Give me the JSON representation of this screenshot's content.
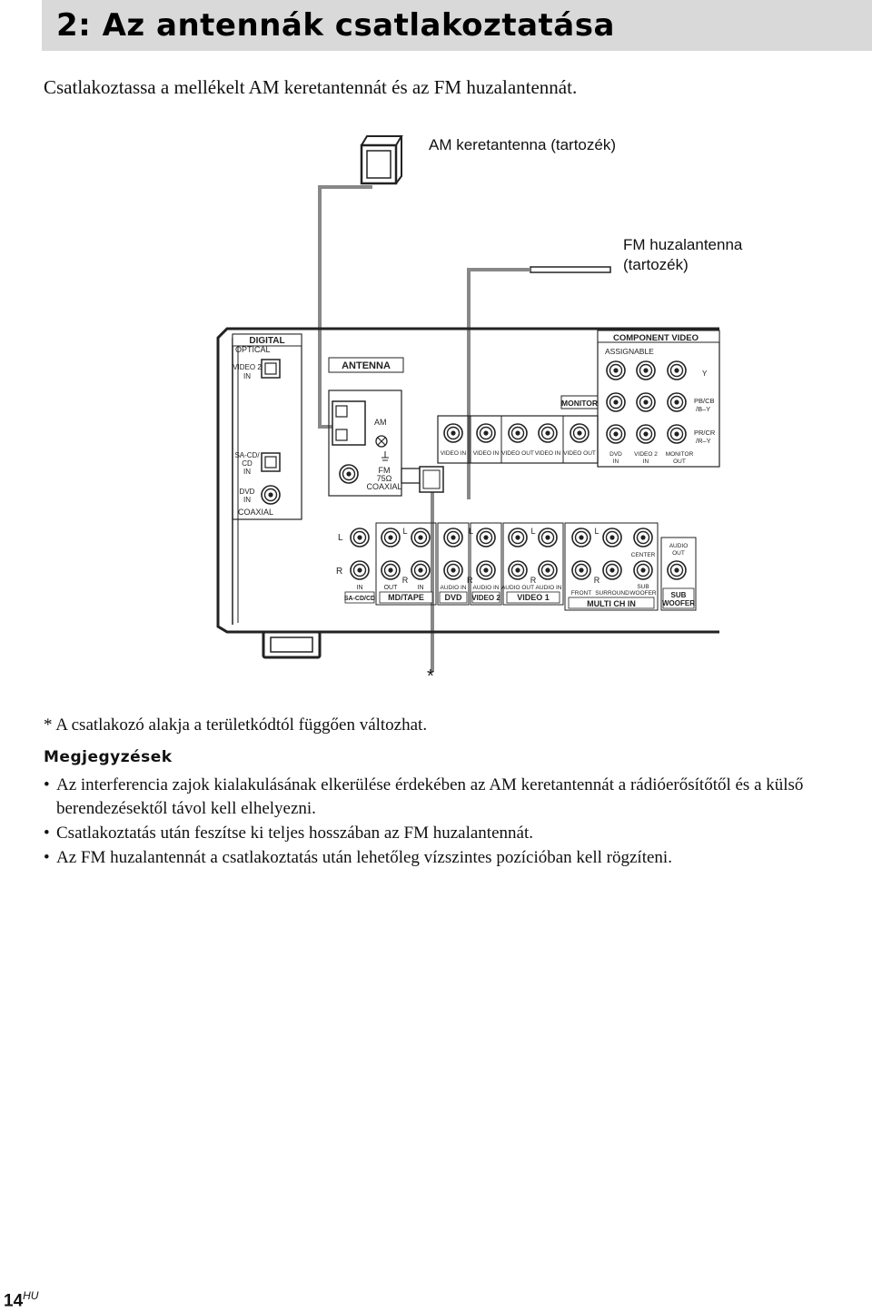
{
  "page": {
    "title": "2: Az antennák csatlakoztatása",
    "intro": "Csatlakoztassa a mellékelt AM keretantennát és az FM huzalantennát.",
    "footnote": "* A csatlakozó alakja a területkódtól függően változhat.",
    "notes_heading": "Megjegyzések",
    "notes": [
      "Az interferencia zajok kialakulásának elkerülése érdekében az AM keretantennát a rádióerősítőtől és a külső berendezésektől távol kell elhelyezni.",
      "Csatlakoztatás után feszítse ki teljes hosszában az FM huzalantennát.",
      "Az FM huzalantennát a csatlakoztatás után lehetőleg vízszintes pozícióban kell rögzíteni."
    ],
    "bullet": "•",
    "page_number": "14",
    "page_suffix": "HU"
  },
  "diagram": {
    "am_label": "AM keretantenna (tartozék)",
    "fm_label_1": "FM huzalantenna",
    "fm_label_2": "(tartozék)",
    "asterisk": "*",
    "panel": {
      "digital": "DIGITAL",
      "optical": "OPTICAL",
      "video2_in_1": "VIDEO 2",
      "video2_in_2": "IN",
      "sacd_1": "SA-CD/",
      "sacd_2": "CD",
      "sacd_3": "IN",
      "dvd_1": "DVD",
      "dvd_2": "IN",
      "coaxial": "COAXIAL",
      "antenna": "ANTENNA",
      "am": "AM",
      "fm_1": "FM",
      "fm_2": "75Ω",
      "fm_3": "COAXIAL",
      "component_video": "COMPONENT VIDEO",
      "assignable": "ASSIGNABLE",
      "y": "Y",
      "pb_1": "PB/CB",
      "pb_2": "/B–Y",
      "pr_1": "PR/CR",
      "pr_2": "/R–Y",
      "monitor": "MONITOR",
      "video_jacks": [
        "VIDEO IN",
        "VIDEO IN",
        "VIDEO OUT",
        "VIDEO IN",
        "VIDEO OUT"
      ],
      "comp_jacks": [
        "DVD",
        "IN",
        "VIDEO 2",
        "IN",
        "MONITOR",
        "OUT"
      ],
      "l": "L",
      "r": "R",
      "in": "IN",
      "out": "OUT",
      "audio_in": "AUDIO IN",
      "audio_out": "AUDIO OUT",
      "sacd_cd": "SA-CD/CD",
      "md_tape": "MD/TAPE",
      "dvd": "DVD",
      "video_2": "VIDEO 2",
      "video_1": "VIDEO 1",
      "center": "CENTER",
      "sub": "SUB",
      "woofer": "WOOFER",
      "front": "FRONT",
      "surround": "SURROUND",
      "multi_ch_in": "MULTI CH IN",
      "audio": "AUDIO",
      "sub_woofer_1": "SUB",
      "sub_woofer_2": "WOOFER"
    }
  }
}
